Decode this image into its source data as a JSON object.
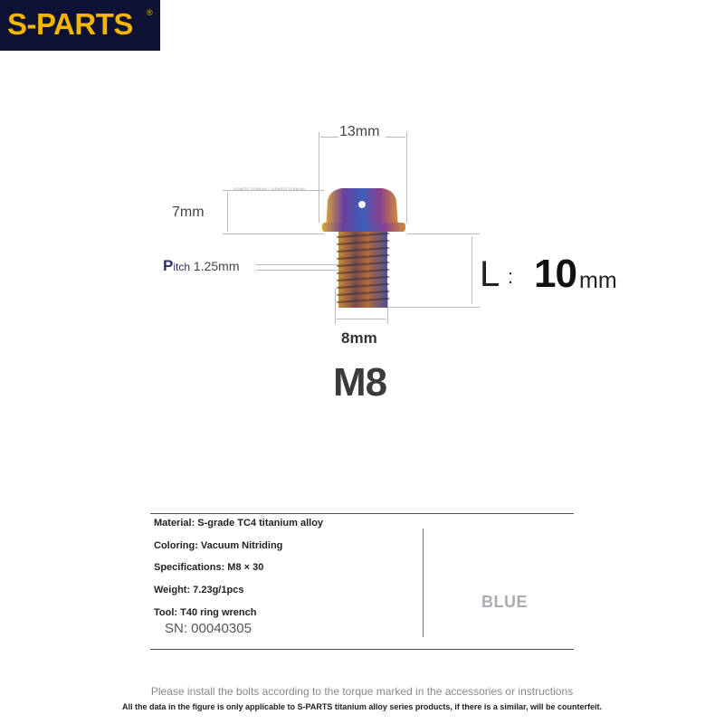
{
  "brand": {
    "logo_text": "S-PARTS",
    "registered_mark": "®"
  },
  "dimensions": {
    "head_width": "13mm",
    "head_height": "7mm",
    "pitch_initial": "P",
    "pitch_rest": "itch",
    "pitch_value": "1.25mm",
    "thread_diameter": "8mm",
    "length_prefix": "L",
    "length_colon": ":",
    "length_value": "10",
    "length_unit": "mm",
    "watermark": "S-PARTS TITANIUM / / S-PARTS TITANIUM"
  },
  "model": "M8",
  "specs": {
    "material": "Material: S-grade TC4 titanium alloy",
    "coloring": "Coloring: Vacuum Nitriding",
    "specifications": "Specifications: M8 × 30",
    "weight": "Weight: 7.23g/1pcs",
    "tool": "Tool: T40 ring wrench",
    "sn": "SN: 00040305",
    "color": "BLUE"
  },
  "footer": {
    "instruction": "Please install the bolts according to the torque marked in the accessories or instructions",
    "disclaimer": "All the data in the figure is only applicable to S-PARTS titanium alloy series products, if there is a similar, will be counterfeit."
  },
  "colors": {
    "logo_bg": "#0d1133",
    "logo_text": "#f2b600"
  }
}
